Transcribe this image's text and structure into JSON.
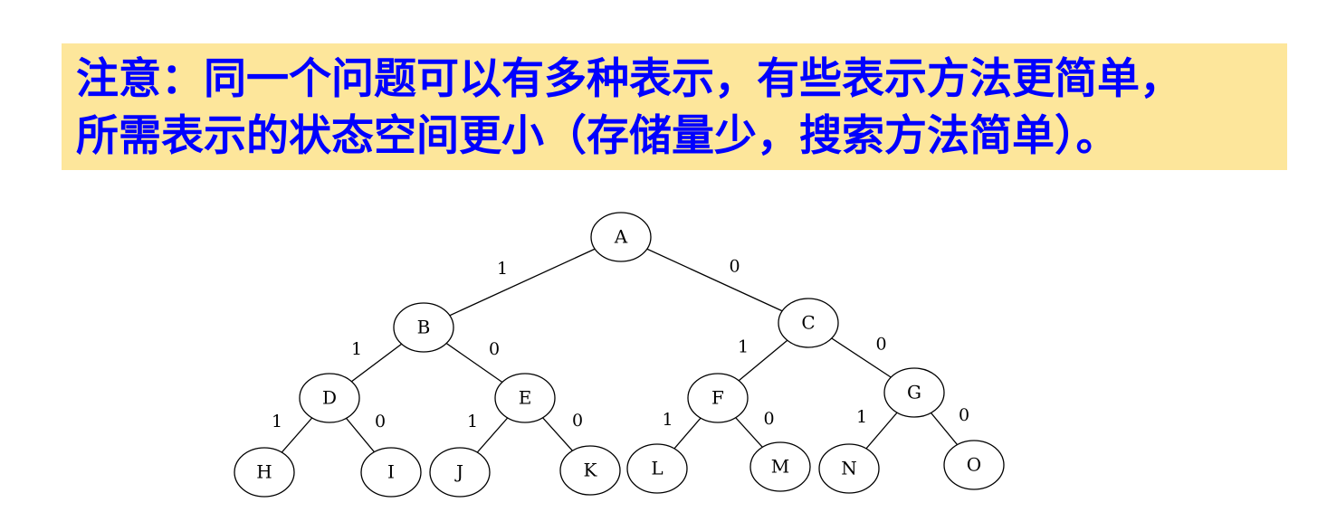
{
  "note": {
    "line1": "注意：同一个问题可以有多种表示，有些表示方法更简单，",
    "line2": "所需表示的状态空间更小（存储量少，搜索方法简单）。"
  },
  "colors": {
    "note_background": "#fde69b",
    "note_text": "#0000ff",
    "tree_stroke": "#000000"
  },
  "tree": {
    "nodes": [
      "A",
      "B",
      "C",
      "D",
      "E",
      "F",
      "G",
      "H",
      "I",
      "J",
      "K",
      "L",
      "M",
      "N",
      "O"
    ],
    "edges": [
      {
        "from": "A",
        "to": "B",
        "label": "1"
      },
      {
        "from": "A",
        "to": "C",
        "label": "0"
      },
      {
        "from": "B",
        "to": "D",
        "label": "1"
      },
      {
        "from": "B",
        "to": "E",
        "label": "0"
      },
      {
        "from": "C",
        "to": "F",
        "label": "1"
      },
      {
        "from": "C",
        "to": "G",
        "label": "0"
      },
      {
        "from": "D",
        "to": "H",
        "label": "1"
      },
      {
        "from": "D",
        "to": "I",
        "label": "0"
      },
      {
        "from": "E",
        "to": "J",
        "label": "1"
      },
      {
        "from": "E",
        "to": "K",
        "label": "0"
      },
      {
        "from": "F",
        "to": "L",
        "label": "1"
      },
      {
        "from": "F",
        "to": "M",
        "label": "0"
      },
      {
        "from": "G",
        "to": "N",
        "label": "1"
      },
      {
        "from": "G",
        "to": "O",
        "label": "0"
      }
    ]
  }
}
